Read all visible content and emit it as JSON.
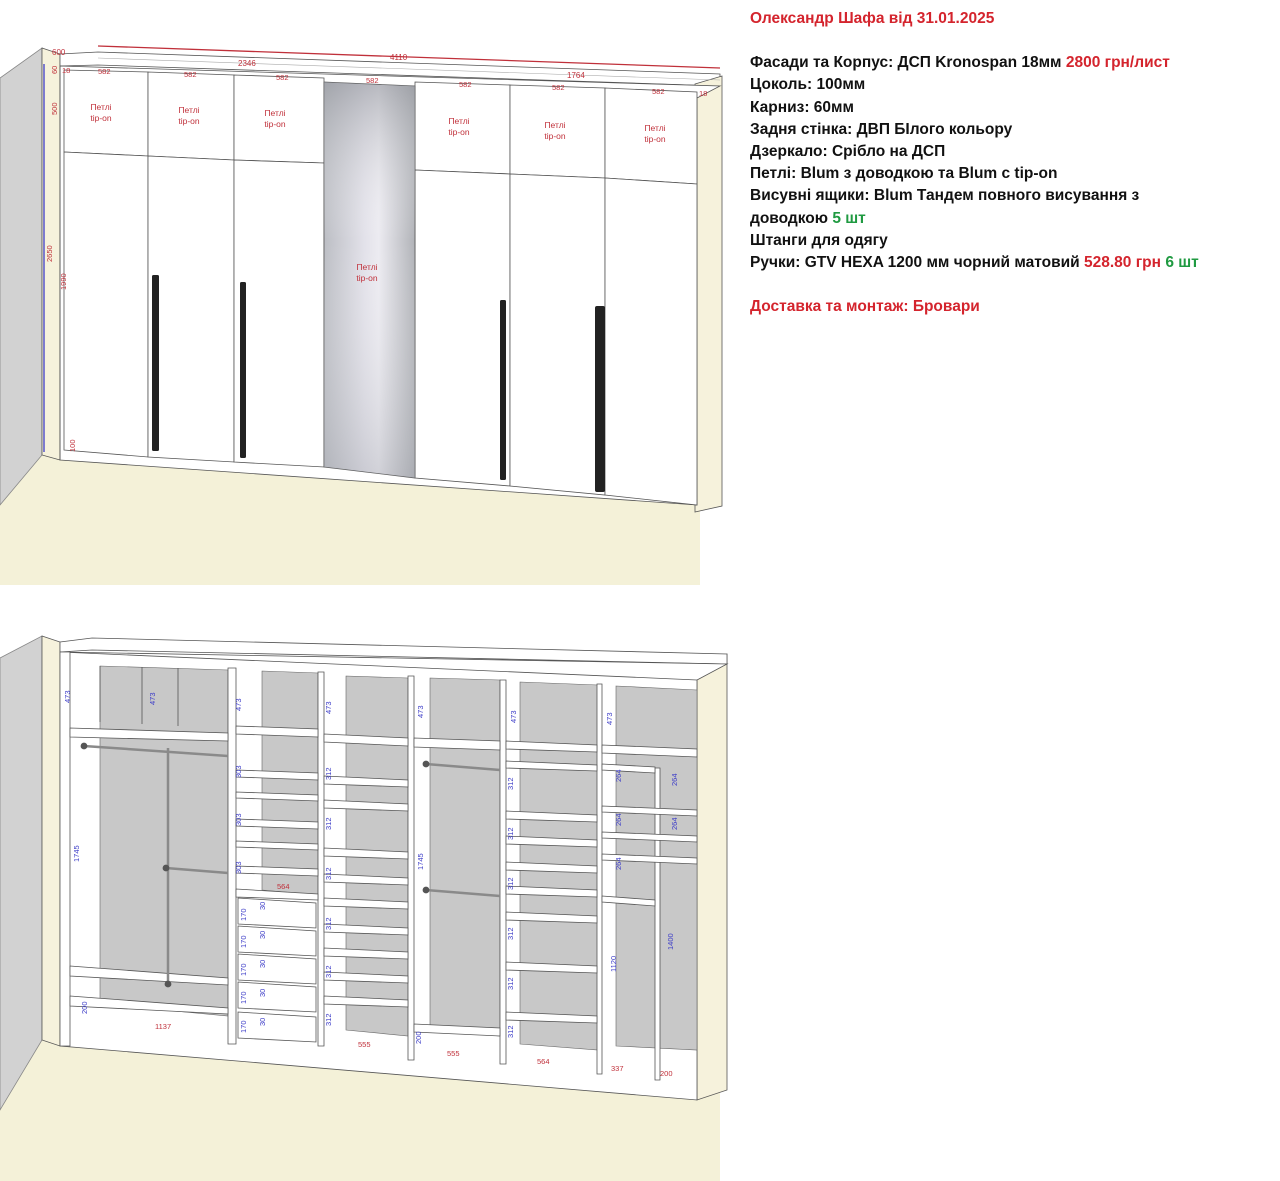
{
  "spec": {
    "title": "Олександр Шафа від 31.01.2025",
    "line1_label": "Фасади та Корпус: ДСП Kronospan 18мм",
    "line1_price": "2800 грн/лист",
    "line2": "Цоколь: 100мм",
    "line3": "Карниз: 60мм",
    "line4": "Задня стінка: ДВП БІлого кольору",
    "line5": "Дзеркало: Срібло на ДСП",
    "line6": "Петлі: Blum з доводкою та Blum с tip-on",
    "line7a": "Висувні ящики: Blum Тандем повного висування з",
    "line7b_label": "доводкою",
    "line7b_qty": "5 шт",
    "line8": "Штанги для одягу",
    "line9_label": "Ручки: GTV HEXA 1200 мм чорний матовий",
    "line9_price": "528.80 грн",
    "line9_qty": "6 шт",
    "delivery": "Доставка та монтаж: Бровари"
  },
  "front_view": {
    "hinge_text_1": "Петлі",
    "hinge_text_2": "tip-on",
    "dim_depth": "600",
    "dim_total_width": "4110",
    "dim_left_width": "2346",
    "dim_right_width": "1764",
    "dim_side": "18",
    "dim_panel": "582",
    "dim_cornice": "60",
    "dim_top": "500",
    "dim_total_height": "2650",
    "dim_lower": "1990",
    "dim_plinth": "100"
  },
  "inside_view": {
    "dims": {
      "d473": "473",
      "d1745": "1745",
      "d200": "200",
      "d1137": "1137",
      "d303": "303",
      "d564": "564",
      "d170": "170",
      "d30": "30",
      "d312": "312",
      "d555": "555",
      "d264": "264",
      "d1120": "1120",
      "d1400": "1400",
      "d337": "337"
    }
  },
  "colors": {
    "accent_red": "#d4242d",
    "accent_green": "#1f9a41",
    "dim_blue": "#3d3dc8",
    "dim_red": "#c0303a",
    "wall": "#d2d2d2",
    "floor": "#f4f1d8",
    "side_panel": "#f6f2dc"
  }
}
